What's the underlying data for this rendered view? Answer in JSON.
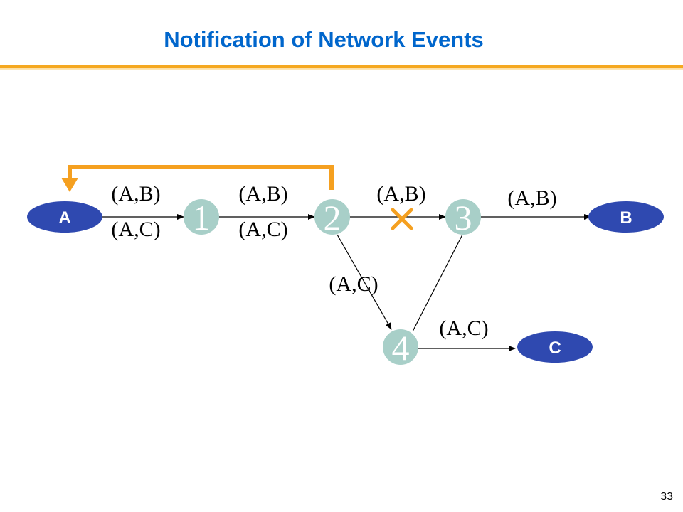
{
  "title": "Notification of Network Events",
  "page_number": "33",
  "colors": {
    "title": "#0066cc",
    "accent_orange": "#f5a020",
    "router_fill": "#a8cfc8",
    "host_fill": "#2f49b0",
    "failure_mark": "#f5a020"
  },
  "hosts": {
    "a": "A",
    "b": "B",
    "c": "C"
  },
  "routers": {
    "r1": "1",
    "r2": "2",
    "r3": "3",
    "r4": "4"
  },
  "flows": {
    "a_r1_top": "(A,B)",
    "a_r1_bottom": "(A,C)",
    "r1_r2_top": "(A,B)",
    "r1_r2_bottom": "(A,C)",
    "r2_r3": "(A,B)",
    "r3_b": "(A,B)",
    "r2_r4": "(A,C)",
    "r4_c": "(A,C)"
  },
  "failure_icon": "x-mark-icon",
  "notification_icon": "notification-arrow-icon"
}
